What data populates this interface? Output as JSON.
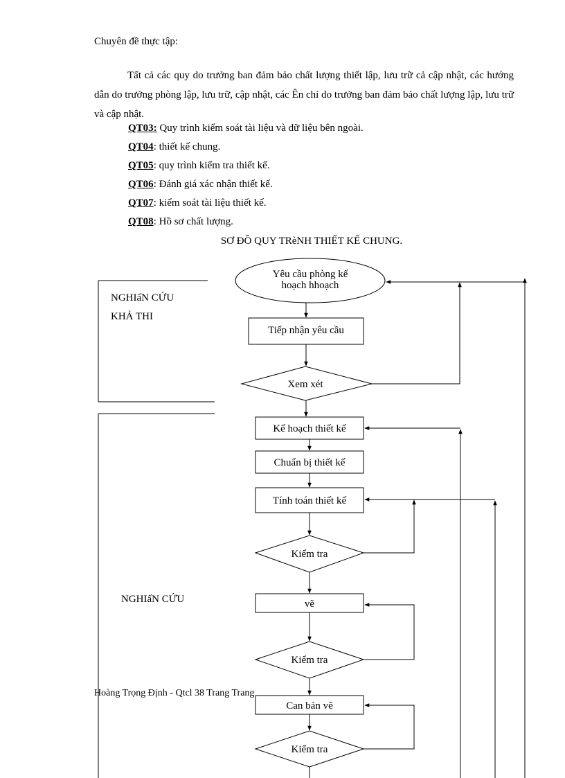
{
  "header": {
    "title": "Chuyên đề thực tập:"
  },
  "intro": "Tất cả các quy do trưởng ban đảm bảo chất lượng thiết lập, lưu trữ cả cập nhật, các hướng dẫn do trưởng phòng lập, lưu trữ, cập nhật, các Ên chỉ do trưởng ban đảm bảo chất lượng lập, lưu trữ và cập nhật.",
  "procedures": [
    {
      "code": "QT03:",
      "text": " Quy trình kiểm soát tài liệu và dữ liệu bên ngoài."
    },
    {
      "code": "QT04",
      "text": ": thiết kế chung."
    },
    {
      "code": "QT05",
      "text": ": quy trình kiểm tra thiết kế."
    },
    {
      "code": "QT06",
      "text": ": Đánh giá xác nhận thiết kế."
    },
    {
      "code": "QT07",
      "text": ": kiểm soát tài liệu thiết kế."
    },
    {
      "code": "QT08",
      "text": ": Hồ sơ chất lượng."
    }
  ],
  "diagram": {
    "title": "SƠ ĐỒ QUY TRèNH THIẾT KẾ CHUNG.",
    "phases": {
      "feasibility_line1": "NGHIấN CỨU",
      "feasibility_line2": "KHẢ THI",
      "research": "NGHIấN CỨU"
    },
    "nodes": {
      "request_line1": "Yêu cầu phòng kế",
      "request_line2": "hoạch hhoạch",
      "receive": "Tiếp nhận yêu cầu",
      "review": "Xem xét",
      "plan": "Kế hoạch thiết kế",
      "prepare": "Chuẩn bị thiết kế",
      "calc": "Tính toán thiết kế",
      "check1": "Kiểm tra",
      "draw": "vẽ",
      "check2": "Kiểm tra",
      "trace": "Can bản vẽ",
      "check3": "Kiểm tra"
    }
  },
  "footer": {
    "text": "Hoàng Trọng Định - Qtcl 38 Trang Trang"
  }
}
